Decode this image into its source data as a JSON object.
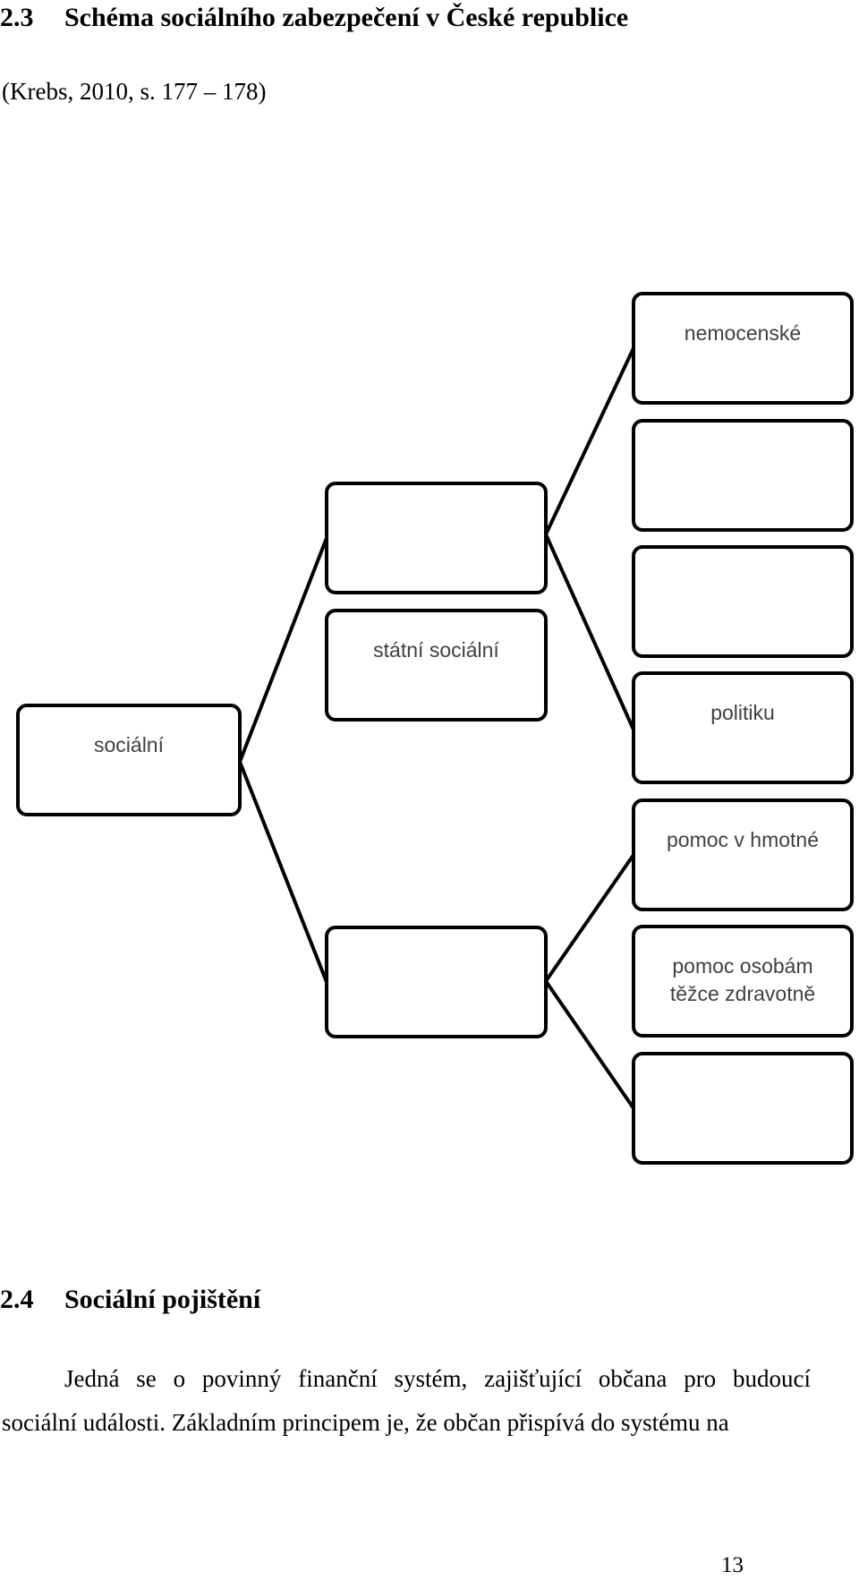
{
  "section_2_3": {
    "number": "2.3",
    "title": "Schéma sociálního zabezpečení v České republice"
  },
  "source_caption": "(Krebs, 2010, s. 177 – 178)",
  "diagram": {
    "root": {
      "lines": [
        "sociální"
      ]
    },
    "middle": [
      {
        "lines": []
      },
      {
        "lines": [
          "státní sociální"
        ]
      },
      {
        "lines": []
      }
    ],
    "leaves": [
      {
        "lines": [
          "nemocenské"
        ]
      },
      {
        "lines": []
      },
      {
        "lines": []
      },
      {
        "lines": [
          "politiku"
        ]
      },
      {
        "lines": [
          "pomoc v hmotné"
        ]
      },
      {
        "lines": [
          "pomoc osobám",
          "těžce zdravotně"
        ]
      },
      {
        "lines": []
      }
    ]
  },
  "section_2_4": {
    "number": "2.4",
    "title": "Sociální pojištění"
  },
  "paragraph": {
    "line1": "Jedná se o povinný finanční systém, zajišťující občana pro budoucí",
    "line2": "sociální události. Základním principem je, že občan přispívá do systému na"
  },
  "page_number": "13"
}
